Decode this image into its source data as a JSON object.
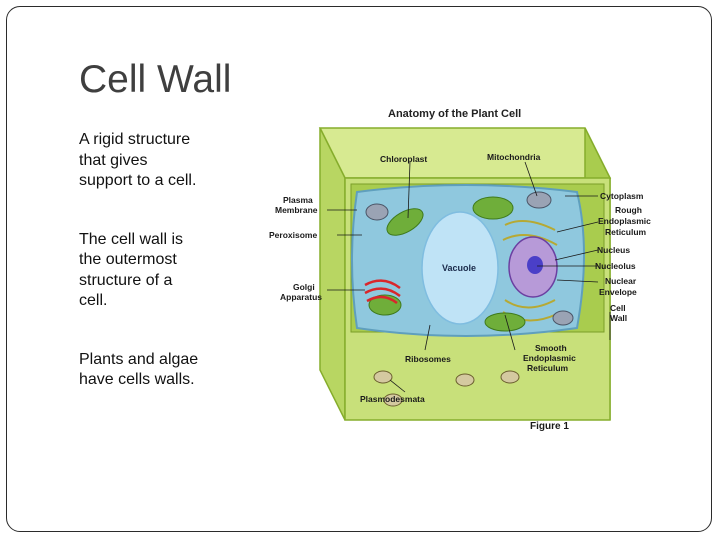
{
  "slide": {
    "title": "Cell Wall",
    "bullets": [
      "A rigid structure\nthat gives\nsupport to a cell.",
      "The cell wall is\nthe outermost\nstructure of a\ncell.",
      "Plants and algae\nhave cells walls."
    ]
  },
  "figure": {
    "title": "Anatomy of the Plant Cell",
    "caption": "Figure 1",
    "labels": {
      "chloroplast": "Chloroplast",
      "mitochondria": "Mitochondria",
      "plasma_membrane_1": "Plasma",
      "plasma_membrane_2": "Membrane",
      "peroxisome": "Peroxisome",
      "golgi_1": "Golgi",
      "golgi_2": "Apparatus",
      "vacuole": "Vacuole",
      "ribosomes": "Ribosomes",
      "plasmodesmata": "Plasmodesmata",
      "cytoplasm": "Cytoplasm",
      "rough_er_1": "Rough",
      "rough_er_2": "Endoplasmic",
      "rough_er_3": "Reticulum",
      "nucleus": "Nucleus",
      "nucleolus": "Nucleolus",
      "nuclear_envelope_1": "Nuclear",
      "nuclear_envelope_2": "Envelope",
      "cell_wall_1": "Cell",
      "cell_wall_2": "Wall",
      "smooth_er_1": "Smooth",
      "smooth_er_2": "Endoplasmic",
      "smooth_er_3": "Reticulum"
    }
  },
  "colors": {
    "wall_light": "#c8e07a",
    "wall_mid": "#a9cc4e",
    "wall_dark": "#86ad2c",
    "cytoplasm": "#8fc8de",
    "vacuole": "#bfe3f6",
    "nucleus": "#b79ad8",
    "chloroplast": "#6fae3a",
    "golgi": "#d9262b",
    "mito": "#9aa3b4",
    "title_text": "#3f3f3f"
  }
}
